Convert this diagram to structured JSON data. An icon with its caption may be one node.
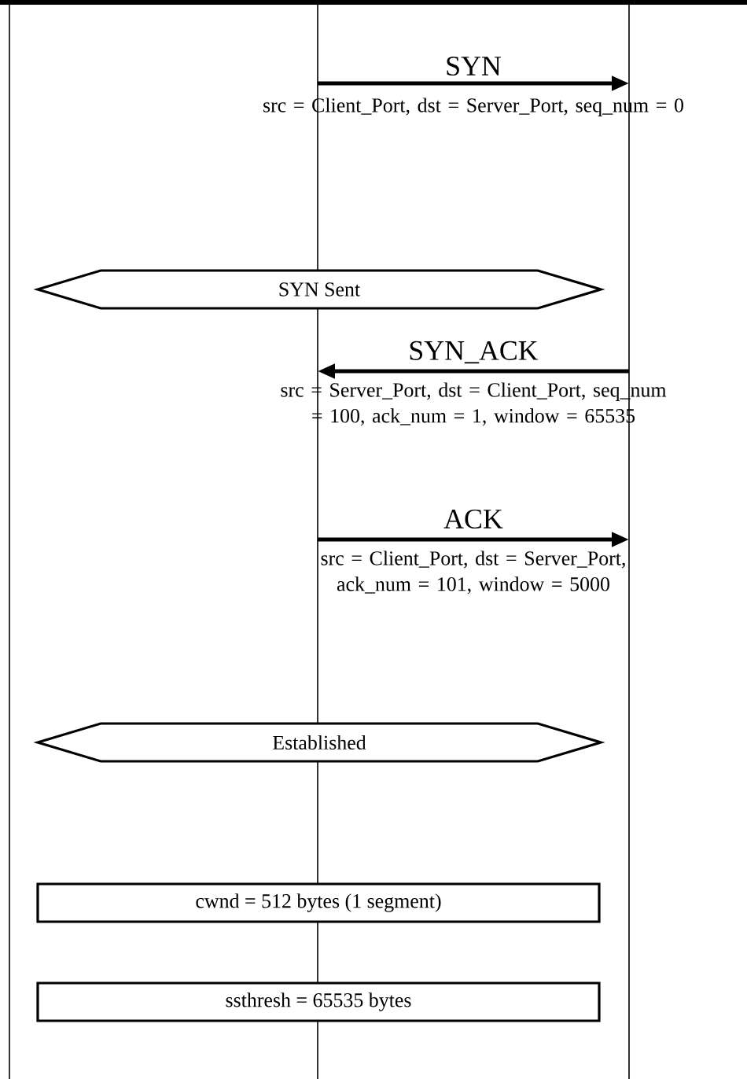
{
  "diagram": {
    "nodes": [
      {
        "text": [],
        "shape": "line"
      },
      {
        "text": [],
        "shape": "line"
      },
      {
        "text": [],
        "shape": "line"
      },
      {
        "text": [
          "SYN Sent"
        ]
      },
      {
        "text": [
          "Established"
        ]
      },
      {
        "text": [
          "cwnd = 512 bytes (1 segment)"
        ]
      },
      {
        "text": [
          "ssthresh = 65535 bytes"
        ]
      }
    ],
    "edges": [
      {
        "from": 1,
        "to": 2,
        "arrow": "to",
        "label": "SYN"
      },
      {
        "from": 2,
        "to": 1,
        "arrow": "to",
        "label": "SYN_ACK"
      },
      {
        "from": 1,
        "to": 2,
        "arrow": "to",
        "label": "ACK"
      }
    ],
    "labels": [
      "src = Client_Port, dst = Server_Port, seq_num = 0",
      "src = Server_Port, dst = Client_Port, seq_num = 100, ack_num = 1, window = 65535",
      "src = Client_Port, dst = Server_Port, ack_num = 101, window = 5000"
    ]
  }
}
